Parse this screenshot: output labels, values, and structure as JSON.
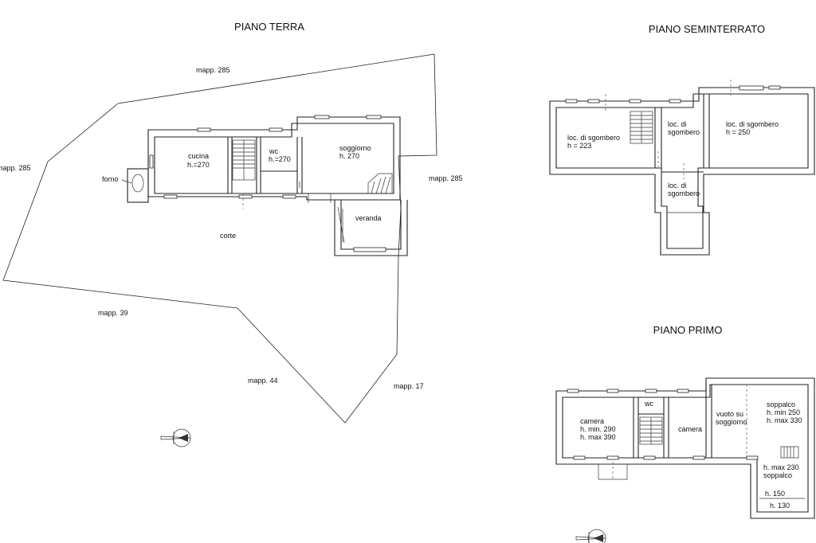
{
  "titles": {
    "piano_terra": "PIANO TERRA",
    "piano_seminterrato": "PIANO SEMINTERRATO",
    "piano_primo": "PIANO PRIMO"
  },
  "piano_terra": {
    "mapp_285_top": "mapp. 285",
    "mapp_285_left": "mapp. 285",
    "mapp_285_right": "mapp. 285",
    "mapp_39": "mapp. 39",
    "mapp_44": "mapp. 44",
    "mapp_17": "mapp. 17",
    "forno": "forno",
    "corte": "corte",
    "cucina": "cucina",
    "cucina_h": "h.=270",
    "wc": "wc",
    "wc_h": "h.=270",
    "soggiorno": "soggiorno",
    "soggiorno_h": "h. 270",
    "veranda": "veranda"
  },
  "piano_seminterrato": {
    "loc_left_1": "loc. di sgombero",
    "loc_left_2": "h = 223",
    "loc_mid_1": "loc. di",
    "loc_mid_2": "sgombero",
    "loc_right_1": "loc. di sgombero",
    "loc_right_2": "h = 250",
    "loc_bottom_1": "loc. di",
    "loc_bottom_2": "sgombero"
  },
  "piano_primo": {
    "camera_left": "camera",
    "camera_left_hmin": "h. min. 290",
    "camera_left_hmax": "h. max 390",
    "wc": "wc",
    "camera_right": "camera",
    "vuoto_1": "vuoto su",
    "vuoto_2": "soggiorno",
    "soppalco_1": "soppalco",
    "soppalco_hmin": "h. min 250",
    "soppalco_hmax": "h. max 330",
    "soppalco_low_hmax": "h. max 230",
    "soppalco_low": "soppalco",
    "h150": "h. 150",
    "h130": "h. 130"
  },
  "icons": [
    "north-arrow-icon",
    "north-arrow-icon"
  ]
}
